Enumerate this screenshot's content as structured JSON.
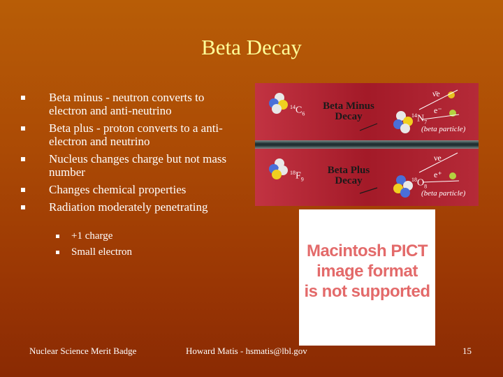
{
  "slide": {
    "title": "Beta Decay",
    "bullets": [
      "Beta minus - neutron converts to electron and anti-neutrino",
      "Beta plus - proton converts to a anti-electron and neutrino",
      "Nucleus changes charge but not mass number",
      "Changes chemical properties",
      "Radiation moderately penetrating"
    ],
    "sub_bullets": [
      "+1 charge",
      "Small electron"
    ]
  },
  "diagram": {
    "beta_minus": {
      "title_line1": "Beta Minus",
      "title_line2": "Decay",
      "parent_mass": "14",
      "parent_z": "6",
      "parent_symbol": "C",
      "daughter_mass": "14",
      "daughter_z": "7",
      "daughter_symbol": "N",
      "neutrino_label": "ν̄e",
      "particle_label": "e⁻",
      "note": "(beta particle)"
    },
    "beta_plus": {
      "title_line1": "Beta Plus",
      "title_line2": "Decay",
      "parent_mass": "18",
      "parent_z": "9",
      "parent_symbol": "F",
      "daughter_mass": "18",
      "daughter_z": "8",
      "daughter_symbol": "O",
      "neutrino_label": "νe",
      "particle_label": "e⁺",
      "note": "(beta particle)"
    }
  },
  "pict_placeholder": {
    "line1": "Macintosh PICT",
    "line2": "image format",
    "line3": "is not supported"
  },
  "footer": {
    "left": "Nuclear Science Merit Badge",
    "center": "Howard Matis - hsmatis@lbl.gov",
    "page_number": "15"
  },
  "colors": {
    "title": "#ffff99",
    "pict_text": "#e36a6a"
  }
}
